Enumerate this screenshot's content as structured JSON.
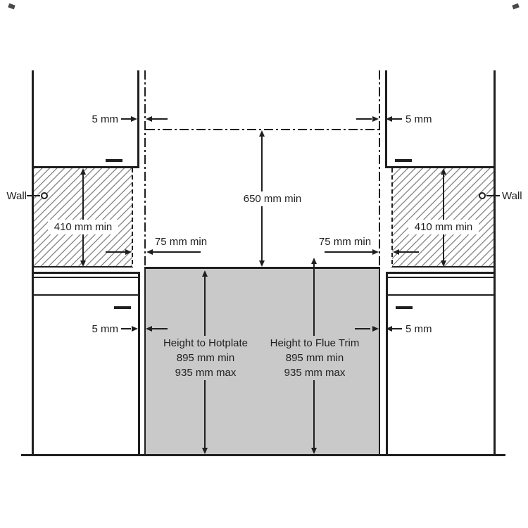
{
  "diagram": {
    "type": "cooker-installation-clearance-diagram",
    "labels": {
      "wall_left": "Wall",
      "wall_right": "Wall",
      "gap_top_left": "5 mm",
      "gap_top_right": "5 mm",
      "gap_mid_left": "5 mm",
      "gap_mid_right": "5 mm",
      "side_clearance_left": "410 mm min",
      "side_clearance_right": "410 mm min",
      "overhead_clearance": "650 mm min",
      "hob_side_clearance_left": "75 mm min",
      "hob_side_clearance_right": "75 mm min",
      "hotplate_title": "Height to Hotplate",
      "hotplate_min": "895 mm min",
      "hotplate_max": "935 mm max",
      "flue_trim_title": "Height to Flue Trim",
      "flue_trim_min": "895 mm min",
      "flue_trim_max": "935 mm max"
    },
    "colors": {
      "line": "#1f1f1f",
      "cooker_fill": "#c9c9c9",
      "hatch": "#8f8f8f",
      "background": "#ffffff"
    }
  }
}
